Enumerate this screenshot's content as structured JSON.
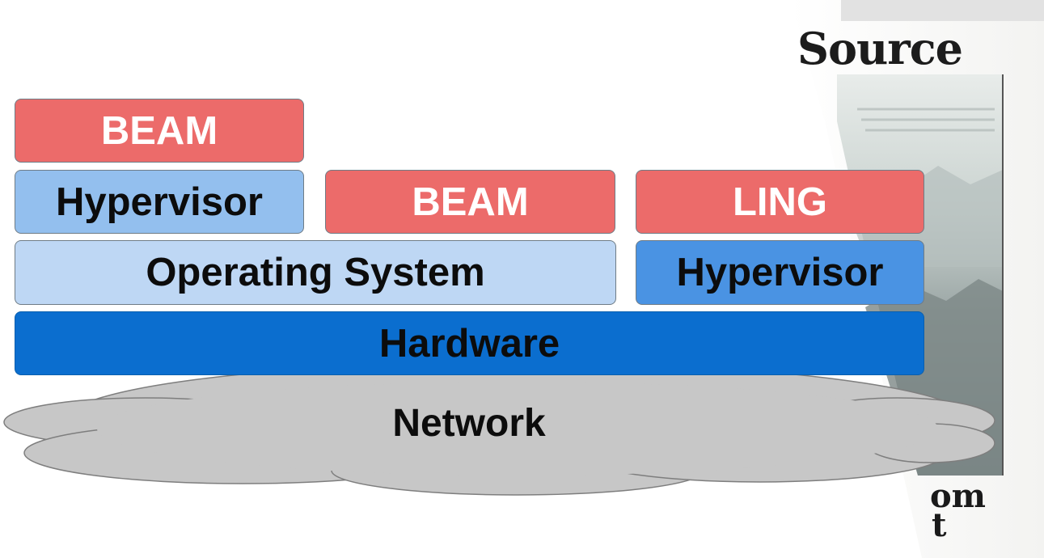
{
  "diagram": {
    "top_left_beam": "BEAM",
    "left_hypervisor": "Hypervisor",
    "middle_beam": "BEAM",
    "right_ling": "LING",
    "operating_system": "Operating System",
    "right_hypervisor": "Hypervisor",
    "hardware": "Hardware",
    "network": "Network"
  },
  "background_newspaper": {
    "headline": "Source",
    "foot_line_1": "om",
    "foot_line_2": "t"
  },
  "colors": {
    "beam": "#ec6b6a",
    "hypervisor_light": "#93bfee",
    "operating_system": "#bed7f4",
    "hypervisor_mid": "#4a93e3",
    "hardware": "#0b6ecf",
    "network_cloud": "#c7c7c7"
  }
}
